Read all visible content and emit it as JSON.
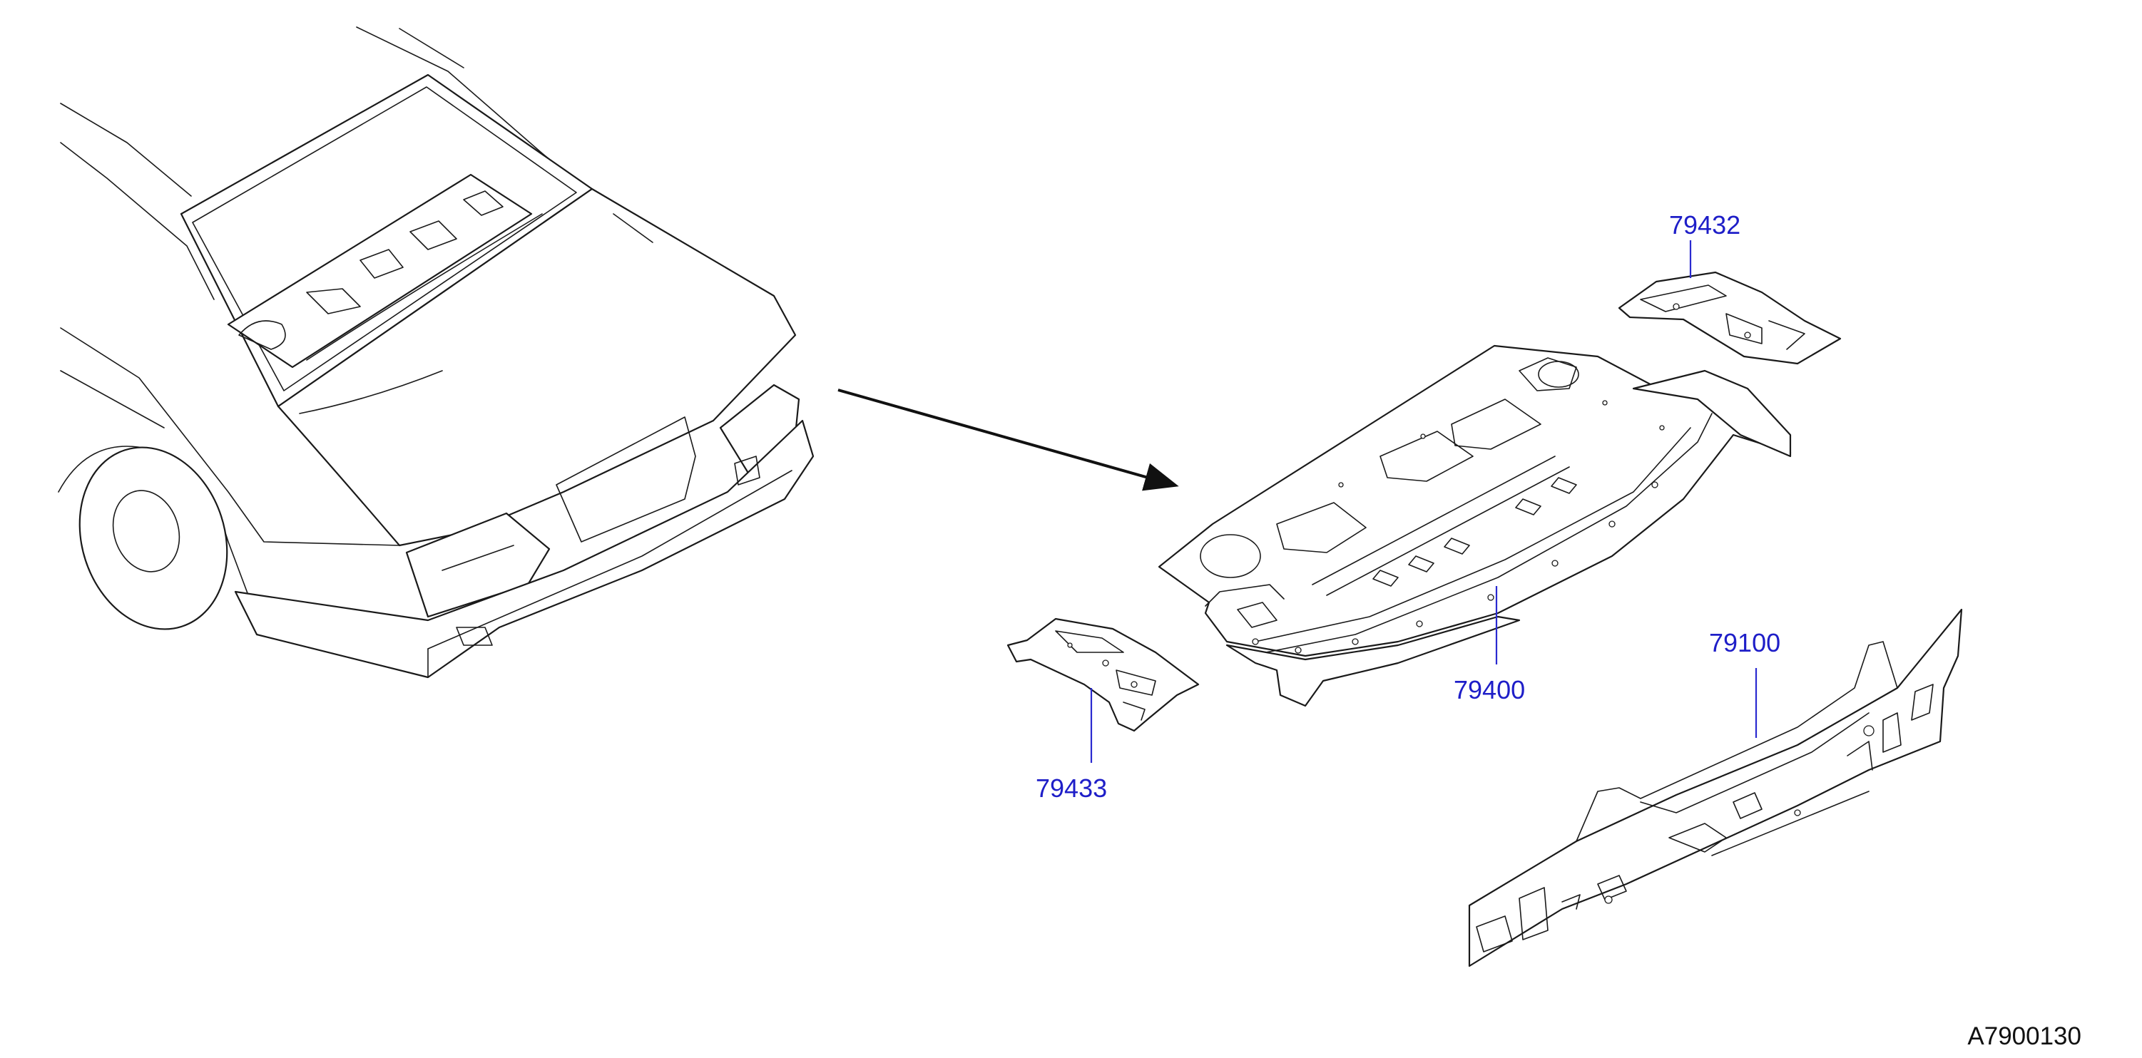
{
  "diagram": {
    "reference_code": "A7900130",
    "callouts": [
      {
        "id": "c-79432",
        "label": "79432",
        "part": "rear-parcel-shelf-side-bracket-rh"
      },
      {
        "id": "c-79400",
        "label": "79400",
        "part": "rear-parcel-shelf-panel"
      },
      {
        "id": "c-79433",
        "label": "79433",
        "part": "rear-parcel-shelf-side-bracket-lh"
      },
      {
        "id": "c-79100",
        "label": "79100",
        "part": "rear-panel"
      }
    ],
    "colors": {
      "callout_text": "#1e1ec8",
      "leader_line": "#2a2ad0",
      "line_art": "#1a1a1a",
      "background": "#ffffff"
    }
  }
}
